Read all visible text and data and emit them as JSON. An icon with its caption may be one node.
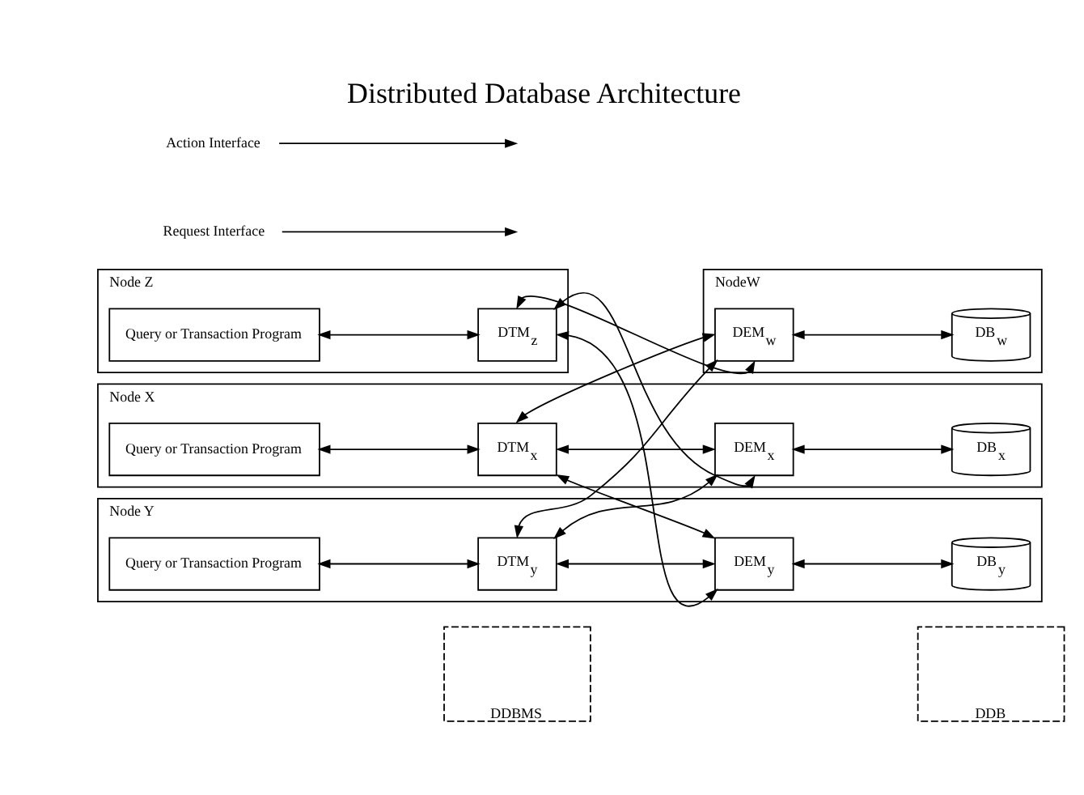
{
  "diagram": {
    "title": "Distributed Database Architecture",
    "nodes": [
      {
        "text": [
          "DDBMS"
        ]
      },
      {
        "text": [
          "DDB"
        ]
      },
      {
        "text": [
          "NodeW"
        ]
      },
      {
        "text": [
          "DEM$_{w}$"
        ],
        "in": 2
      },
      {
        "text": [
          "DB$_{w}$"
        ],
        "in": 2
      },
      {
        "text": [
          "Request Interface"
        ]
      },
      {
        "text": [
          "Node X"
        ]
      },
      {
        "text": [
          "Query or Transaction Program"
        ],
        "in": 6
      },
      {
        "text": [
          "DTM$_{x}$"
        ],
        "in": 6
      },
      {
        "text": [
          "DEM$_{x}$"
        ],
        "in": 6
      },
      {
        "text": [
          "DB$_{x}$"
        ],
        "in": 6
      },
      {
        "text": [
          "Node Y"
        ]
      },
      {
        "text": [
          "Query or Transaction Program"
        ],
        "in": 11
      },
      {
        "text": [
          "DTM$_{y}$"
        ],
        "in": 11
      },
      {
        "text": [
          "DEM$_{y}$"
        ],
        "in": 11
      },
      {
        "text": [
          "DB$_{y}$"
        ],
        "in": 11
      },
      {
        "text": [
          "Node Z"
        ]
      },
      {
        "text": [
          "Query or Transaction Program"
        ],
        "in": 16
      },
      {
        "text": [
          "DTM$_{z}$"
        ],
        "in": 16
      },
      {
        "text": [
          "Action Interface"
        ]
      }
    ],
    "edges": [
      {
        "from": 3,
        "to": 4,
        "arrow": "both"
      },
      {
        "from": 5,
        "to": null,
        "arrow": "to"
      },
      {
        "from": 7,
        "to": 8,
        "arrow": "both"
      },
      {
        "from": 9,
        "to": 10,
        "arrow": "both"
      },
      {
        "from": 12,
        "to": 13,
        "arrow": "both"
      },
      {
        "from": 14,
        "to": 15,
        "arrow": "both"
      },
      {
        "from": 17,
        "to": 18,
        "arrow": "both"
      },
      {
        "from": 8,
        "to": 3,
        "arrow": "both"
      },
      {
        "from": 8,
        "to": 9,
        "arrow": "both"
      },
      {
        "from": 8,
        "to": 14,
        "arrow": "both"
      },
      {
        "from": 13,
        "to": 3,
        "arrow": "both"
      },
      {
        "from": 13,
        "to": 9,
        "arrow": "both"
      },
      {
        "from": 13,
        "to": 14,
        "arrow": "both"
      },
      {
        "from": 18,
        "to": 3,
        "arrow": "both"
      },
      {
        "from": 18,
        "to": 9,
        "arrow": "both"
      },
      {
        "from": 18,
        "to": 14,
        "arrow": "both"
      },
      {
        "from": 19,
        "to": null,
        "arrow": "to"
      }
    ]
  }
}
